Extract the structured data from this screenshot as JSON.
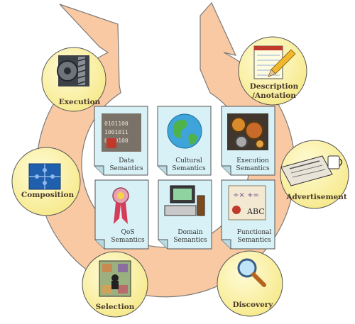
{
  "colors": {
    "ring_fill": "#f9c9a3",
    "ring_stroke": "#7a7a7a",
    "circle_fill": "#fff3a6",
    "circle_stroke": "#555555",
    "card_fill": "#d7f1f6",
    "card_stroke": "#555555"
  },
  "cycle": {
    "execution": "Execution",
    "description_line1": "Description",
    "description_line2": "/Anotation",
    "advertisement": "Advertisement",
    "discovery": "Discovery",
    "selection": "Selection",
    "composition": "Composition"
  },
  "semantics": {
    "data_1": "Data",
    "data_2": "Semantics",
    "cultural_1": "Cultural",
    "cultural_2": "Semantics",
    "execution_1": "Execution",
    "execution_2": "Semantics",
    "qos_1": "QoS",
    "qos_2": "Semantics",
    "domain_1": "Domain",
    "domain_2": "Semantics",
    "functional_1": "Functional",
    "functional_2": "Semantics"
  },
  "icons": {
    "execution": "gears-screw-icon",
    "description": "notepad-pencil-icon",
    "advertisement": "newspaper-coffee-icon",
    "discovery": "magnifier-icon",
    "selection": "selection-collage-icon",
    "composition": "puzzle-icon",
    "data": "binary-data-icon",
    "cultural": "globe-icon",
    "execution_semantics": "machine-gears-icon",
    "qos": "ribbon-award-icon",
    "domain": "computer-books-icon",
    "functional": "math-symbols-icon"
  }
}
